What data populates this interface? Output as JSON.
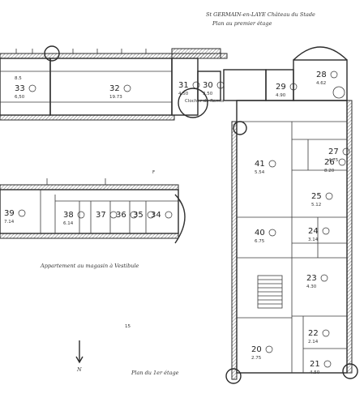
{
  "header": {
    "line1": "St GERMAIN-en-LAYE Château du Stade",
    "line2": "Plan au premier étage"
  },
  "annotations": {
    "sub_caption": "Appartement au magasin à Vestibule",
    "plan_ref": "Plan du 1er étage",
    "north": "N",
    "tower_label": "Clocher de Remis",
    "misc_15": "15",
    "misc_f": "F"
  },
  "rooms": [
    {
      "n": "33",
      "dim1": "6,50",
      "dim2": "8.5"
    },
    {
      "n": "32",
      "dim1": "19.73"
    },
    {
      "n": "31",
      "dim1": "4.50"
    },
    {
      "n": "30",
      "dim1": "3.50"
    },
    {
      "n": "29",
      "dim1": "4.90"
    },
    {
      "n": "28",
      "dim1": "4.62"
    },
    {
      "n": "27",
      "dim1": "4.75"
    },
    {
      "n": "26",
      "dim1": "8.20"
    },
    {
      "n": "25",
      "dim1": "5.12"
    },
    {
      "n": "24",
      "dim1": "3.14"
    },
    {
      "n": "23",
      "dim1": "4.30"
    },
    {
      "n": "22",
      "dim1": "2.14"
    },
    {
      "n": "21",
      "dim1": "4.50"
    },
    {
      "n": "20",
      "dim1": "2.75"
    },
    {
      "n": "40",
      "dim1": "6.75"
    },
    {
      "n": "41",
      "dim1": "5.54"
    },
    {
      "n": "39",
      "dim1": "7.14"
    },
    {
      "n": "38",
      "dim1": "6.14"
    },
    {
      "n": "37"
    },
    {
      "n": "36"
    },
    {
      "n": "35"
    },
    {
      "n": "34"
    }
  ]
}
